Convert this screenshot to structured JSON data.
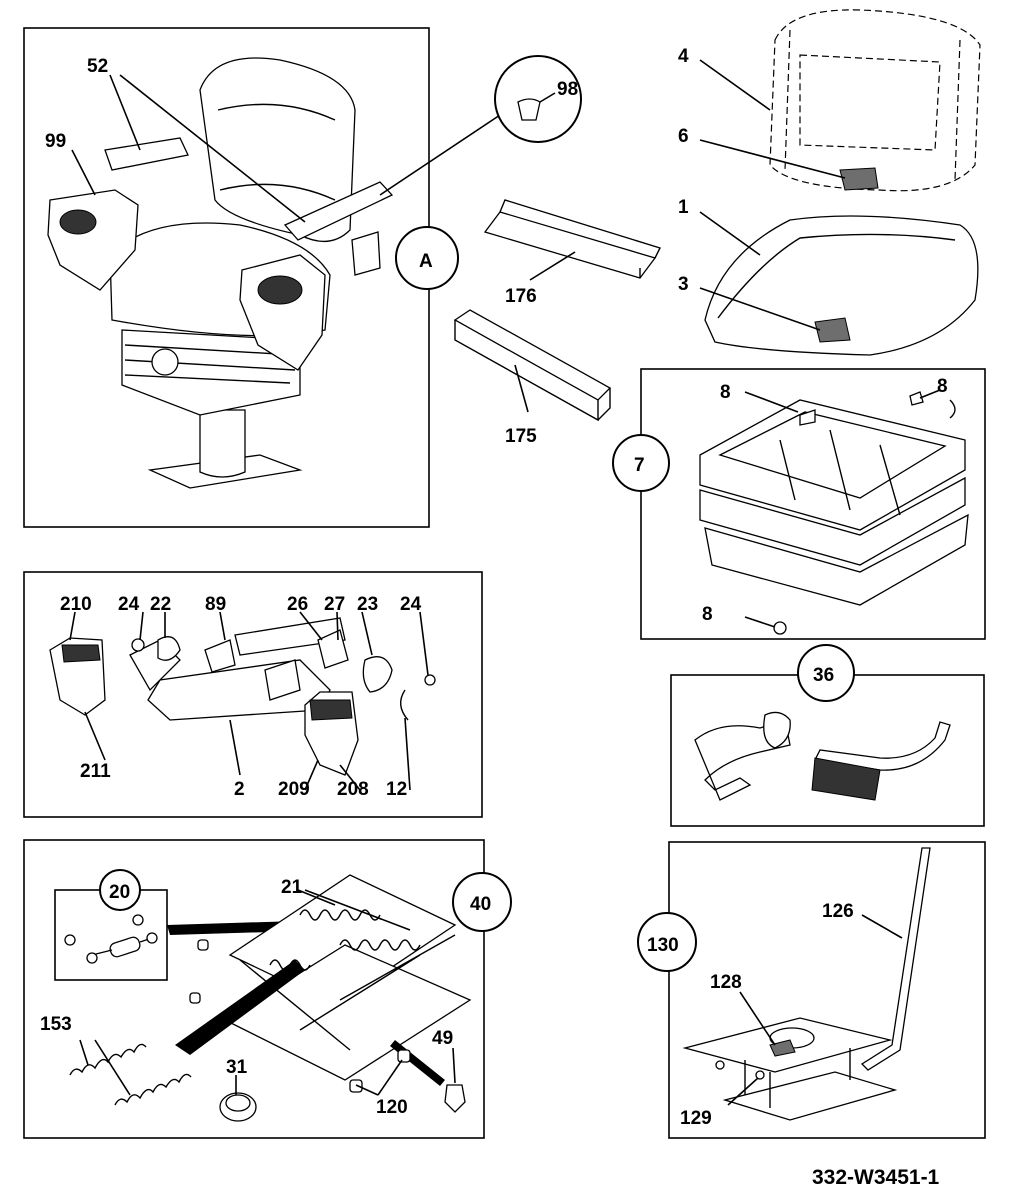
{
  "drawing_code": "332-W3451-1",
  "groups": {
    "seat_assembly": {
      "ref": "A"
    },
    "suspension_cover": {
      "ref": "7"
    },
    "seat_belt": {
      "ref": "36"
    },
    "suspension_unit": {
      "ref": "40"
    },
    "spring_kit": {
      "ref": "20"
    },
    "base_plate": {
      "ref": "130"
    }
  },
  "callouts": {
    "c52": "52",
    "c99": "99",
    "c98": "98",
    "c176": "176",
    "c175": "175",
    "c4": "4",
    "c6": "6",
    "c1": "1",
    "c3": "3",
    "c8a": "8",
    "c8b": "8",
    "c8c": "8",
    "c210": "210",
    "c24a": "24",
    "c22": "22",
    "c89": "89",
    "c26": "26",
    "c27": "27",
    "c23": "23",
    "c24b": "24",
    "c211": "211",
    "c2": "2",
    "c209": "209",
    "c208": "208",
    "c12": "12",
    "c21": "21",
    "c153": "153",
    "c31": "31",
    "c120": "120",
    "c49": "49",
    "c126": "126",
    "c128": "128",
    "c129": "129"
  }
}
